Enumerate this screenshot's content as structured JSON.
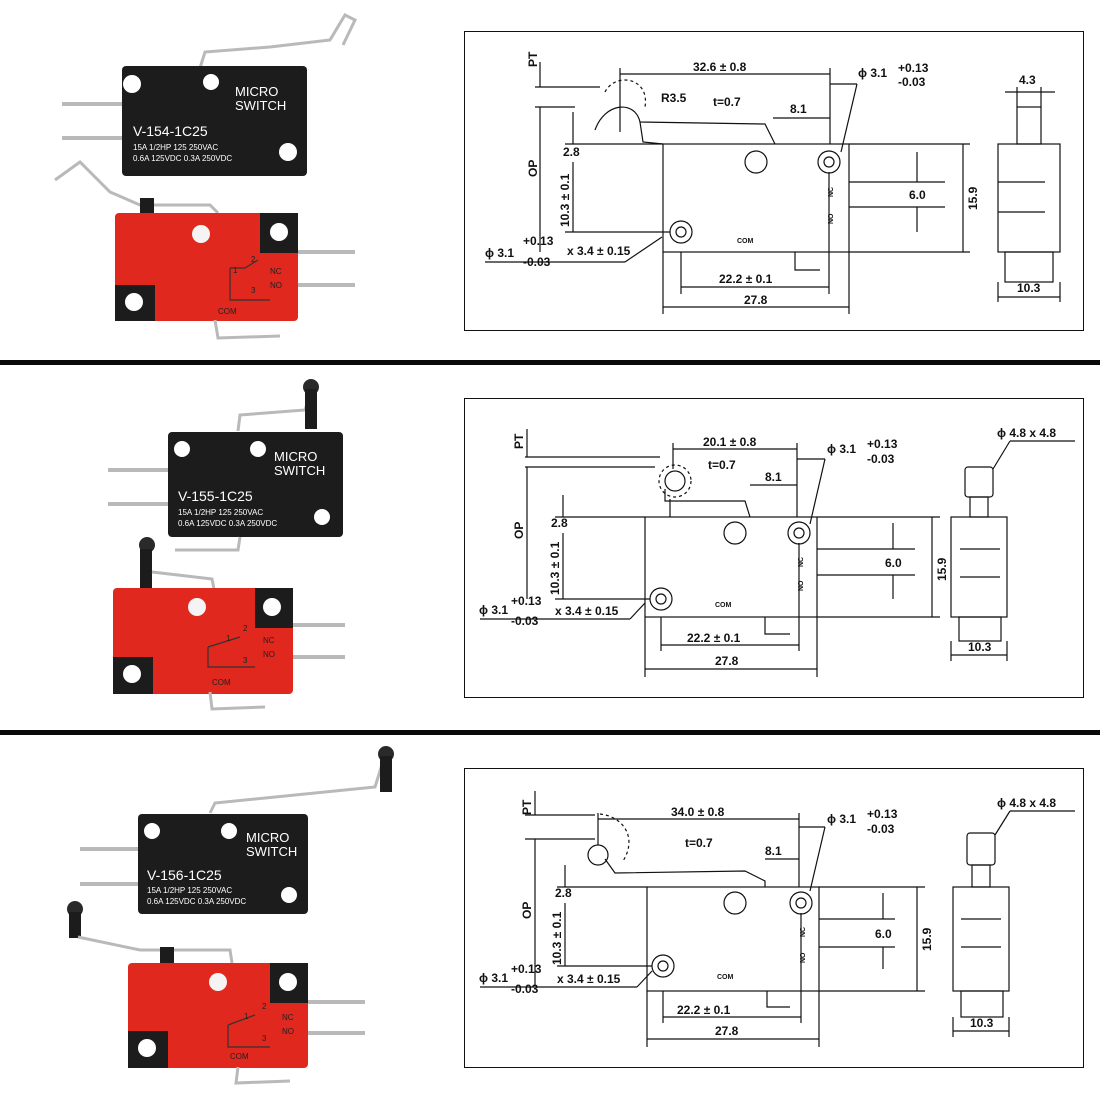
{
  "colors": {
    "black_body": "#1c1c1c",
    "red_body": "#e0281e",
    "metal": "#b9b9b9",
    "line": "#111111"
  },
  "switch_labels": {
    "micro": "MICRO",
    "switch": "SWITCH",
    "rating1": "15A 1/2HP 125 250VAC",
    "rating2": "0.6A 125VDC 0.3A 250VDC",
    "nc": "NC",
    "no": "NO",
    "com": "COM",
    "pin1": "1",
    "pin2": "2",
    "pin3": "3"
  },
  "sections": [
    {
      "model": "V-154-1C25",
      "lever_len": "32.6 ± 0.8",
      "radius": "R3.5",
      "t": "t=0.7",
      "d81": "8.1",
      "d28": "2.8",
      "pt": "PT",
      "op": "OP",
      "d103": "10.3 ± 0.1",
      "hole_top1": "ϕ 3.1",
      "hole_top_plus": "+0.13",
      "hole_top_minus": "-0.03",
      "hole_bot1": "ϕ 3.1",
      "hole_bot_plus": "+0.13",
      "hole_bot_minus": "-0.03",
      "hole_bot_x": "x 3.4 ± 0.15",
      "d222": "22.2 ± 0.1",
      "d278": "27.8",
      "d60": "6.0",
      "d159": "15.9",
      "side_top": "4.3",
      "side_bot": "10.3",
      "nc": "NC",
      "no": "NO",
      "com": "COM"
    },
    {
      "model": "V-155-1C25",
      "lever_len": "20.1 ± 0.8",
      "t": "t=0.7",
      "d81": "8.1",
      "d28": "2.8",
      "pt": "PT",
      "op": "OP",
      "d103": "10.3 ± 0.1",
      "hole_top1": "ϕ 3.1",
      "hole_top_plus": "+0.13",
      "hole_top_minus": "-0.03",
      "hole_bot1": "ϕ 3.1",
      "hole_bot_plus": "+0.13",
      "hole_bot_minus": "-0.03",
      "hole_bot_x": "x 3.4 ± 0.15",
      "d222": "22.2 ± 0.1",
      "d278": "27.8",
      "d60": "6.0",
      "d159": "15.9",
      "side_top": "ϕ 4.8 x 4.8",
      "side_bot": "10.3",
      "nc": "NC",
      "no": "NO",
      "com": "COM"
    },
    {
      "model": "V-156-1C25",
      "lever_len": "34.0 ± 0.8",
      "t": "t=0.7",
      "d81": "8.1",
      "d28": "2.8",
      "pt": "PT",
      "op": "OP",
      "d103": "10.3 ± 0.1",
      "hole_top1": "ϕ 3.1",
      "hole_top_plus": "+0.13",
      "hole_top_minus": "-0.03",
      "hole_bot1": "ϕ 3.1",
      "hole_bot_plus": "+0.13",
      "hole_bot_minus": "-0.03",
      "hole_bot_x": "x 3.4 ± 0.15",
      "d222": "22.2 ± 0.1",
      "d278": "27.8",
      "d60": "6.0",
      "d159": "15.9",
      "side_top": "ϕ 4.8 x 4.8",
      "side_bot": "10.3",
      "nc": "NC",
      "no": "NO",
      "com": "COM"
    }
  ]
}
